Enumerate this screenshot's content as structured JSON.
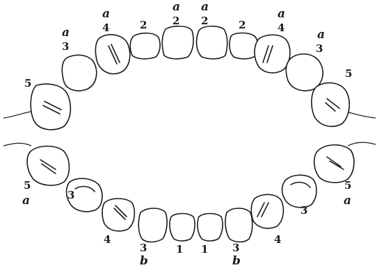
{
  "upper_labels": [
    {
      "tooth": "2",
      "letter": "a"
    },
    {
      "tooth": "2",
      "letter": "a"
    },
    {
      "tooth": "2",
      "letter": ""
    },
    {
      "tooth": "2",
      "letter": ""
    },
    {
      "tooth": "4",
      "letter": "a"
    },
    {
      "tooth": "4",
      "letter": "a"
    },
    {
      "tooth": "3",
      "letter": "a"
    },
    {
      "tooth": "3",
      "letter": "a"
    },
    {
      "tooth": "5",
      "letter": ""
    },
    {
      "tooth": "5",
      "letter": ""
    }
  ],
  "lower_labels": [
    {
      "tooth": "1",
      "letter": ""
    },
    {
      "tooth": "1",
      "letter": ""
    },
    {
      "tooth": "3",
      "letter": "b"
    },
    {
      "tooth": "3",
      "letter": "b"
    },
    {
      "tooth": "4",
      "letter": ""
    },
    {
      "tooth": "4",
      "letter": ""
    },
    {
      "tooth": "3",
      "letter": ""
    },
    {
      "tooth": "3",
      "letter": ""
    },
    {
      "tooth": "5",
      "letter": "a"
    },
    {
      "tooth": "5",
      "letter": "a"
    }
  ]
}
